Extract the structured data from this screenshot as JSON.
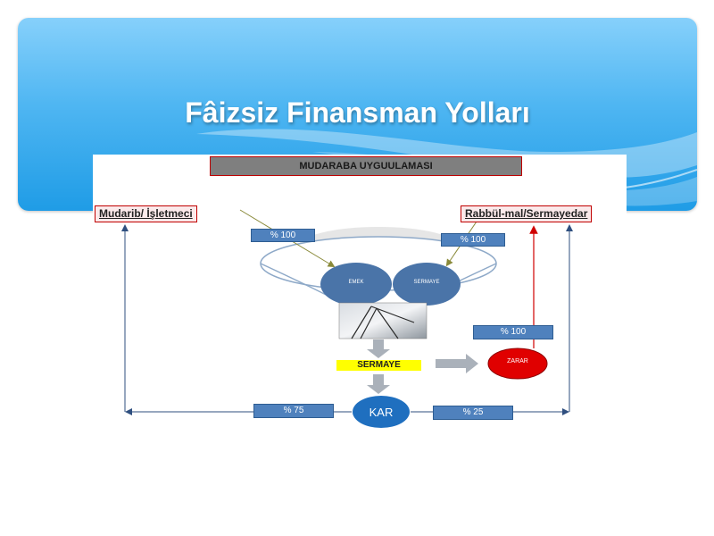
{
  "title": "Fâizsiz Finansman Yolları",
  "diagram": {
    "header": "MUDARABA UYGUULAMASI",
    "left_party": "Mudarib/ İşletmeci",
    "right_party": "Rabbül-mal/Sermayedar",
    "emek_share": "% 100",
    "sermaye_share": "% 100",
    "emek_label": "EMEK",
    "sermaye_oval_label": "SERMAYE",
    "sermaye_bar": "SERMAYE",
    "zarar_share": "% 100",
    "zarar_label": "ZARAR",
    "kar_label": "KAR",
    "left_profit_share": "% 75",
    "right_profit_share": "% 25"
  },
  "colors": {
    "banner_top": "#86d0fb",
    "banner_bottom": "#1f9ce6",
    "box_blue": "#4f81bd",
    "oval_blue": "#4a74a8",
    "kar_blue": "#1f6fbf",
    "zarar_red": "#e00000",
    "highlight": "#ffff00"
  }
}
